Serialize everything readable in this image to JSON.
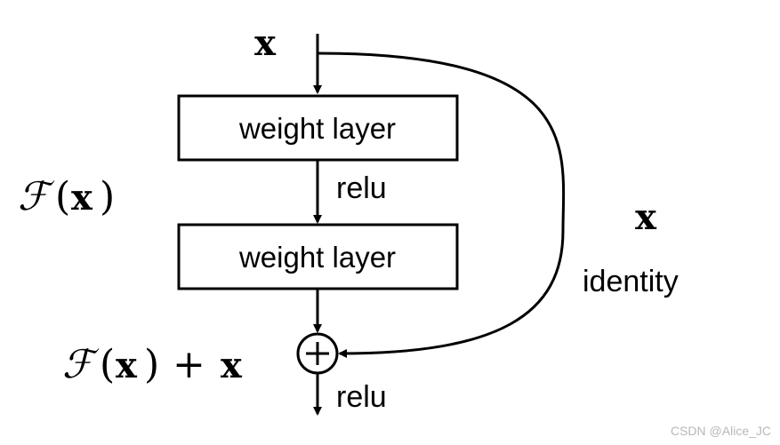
{
  "input": {
    "var": "x"
  },
  "blocks": [
    {
      "label": "weight layer"
    },
    {
      "label": "weight layer"
    }
  ],
  "activation": {
    "mid_label": "relu",
    "out_label": "relu"
  },
  "residual": {
    "f_script": "ℱ",
    "f_open": "(",
    "f_var": "x",
    "f_close": ")",
    "sum_plus": "+",
    "sum_var": "x"
  },
  "shortcut": {
    "var": "x",
    "label": "identity"
  },
  "adder": {
    "symbol": "⊕"
  },
  "watermark": "CSDN @Alice_JC"
}
